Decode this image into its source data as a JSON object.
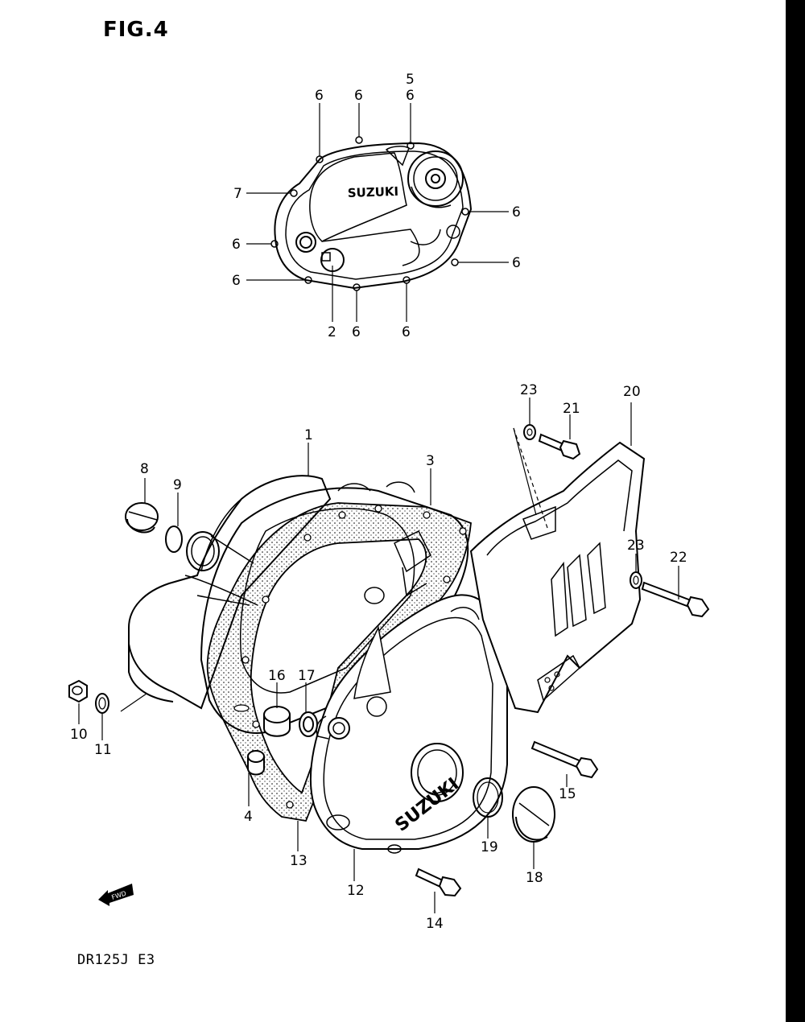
{
  "figure": {
    "title": "FIG.4",
    "model_code": "DR125J E3",
    "fwd_label": "FWD"
  },
  "brand": {
    "top_cover_logo": "SUZUKI",
    "bottom_cover_logo": "SUZUKI"
  },
  "callouts": [
    {
      "id": "c1",
      "text": "1"
    },
    {
      "id": "c2",
      "text": "2"
    },
    {
      "id": "c3",
      "text": "3"
    },
    {
      "id": "c4",
      "text": "4"
    },
    {
      "id": "c5",
      "text": "5"
    },
    {
      "id": "c6a",
      "text": "6"
    },
    {
      "id": "c6b",
      "text": "6"
    },
    {
      "id": "c6c",
      "text": "6"
    },
    {
      "id": "c6d",
      "text": "6"
    },
    {
      "id": "c6e",
      "text": "6"
    },
    {
      "id": "c6f",
      "text": "6"
    },
    {
      "id": "c6g",
      "text": "6"
    },
    {
      "id": "c6h",
      "text": "6"
    },
    {
      "id": "c6i",
      "text": "6"
    },
    {
      "id": "c7",
      "text": "7"
    },
    {
      "id": "c8",
      "text": "8"
    },
    {
      "id": "c9",
      "text": "9"
    },
    {
      "id": "c10",
      "text": "10"
    },
    {
      "id": "c11",
      "text": "11"
    },
    {
      "id": "c12",
      "text": "12"
    },
    {
      "id": "c13",
      "text": "13"
    },
    {
      "id": "c14",
      "text": "14"
    },
    {
      "id": "c15",
      "text": "15"
    },
    {
      "id": "c16",
      "text": "16"
    },
    {
      "id": "c17",
      "text": "17"
    },
    {
      "id": "c18",
      "text": "18"
    },
    {
      "id": "c19",
      "text": "19"
    },
    {
      "id": "c20",
      "text": "20"
    },
    {
      "id": "c21",
      "text": "21"
    },
    {
      "id": "c22",
      "text": "22"
    },
    {
      "id": "c23a",
      "text": "23"
    },
    {
      "id": "c23b",
      "text": "23"
    }
  ]
}
